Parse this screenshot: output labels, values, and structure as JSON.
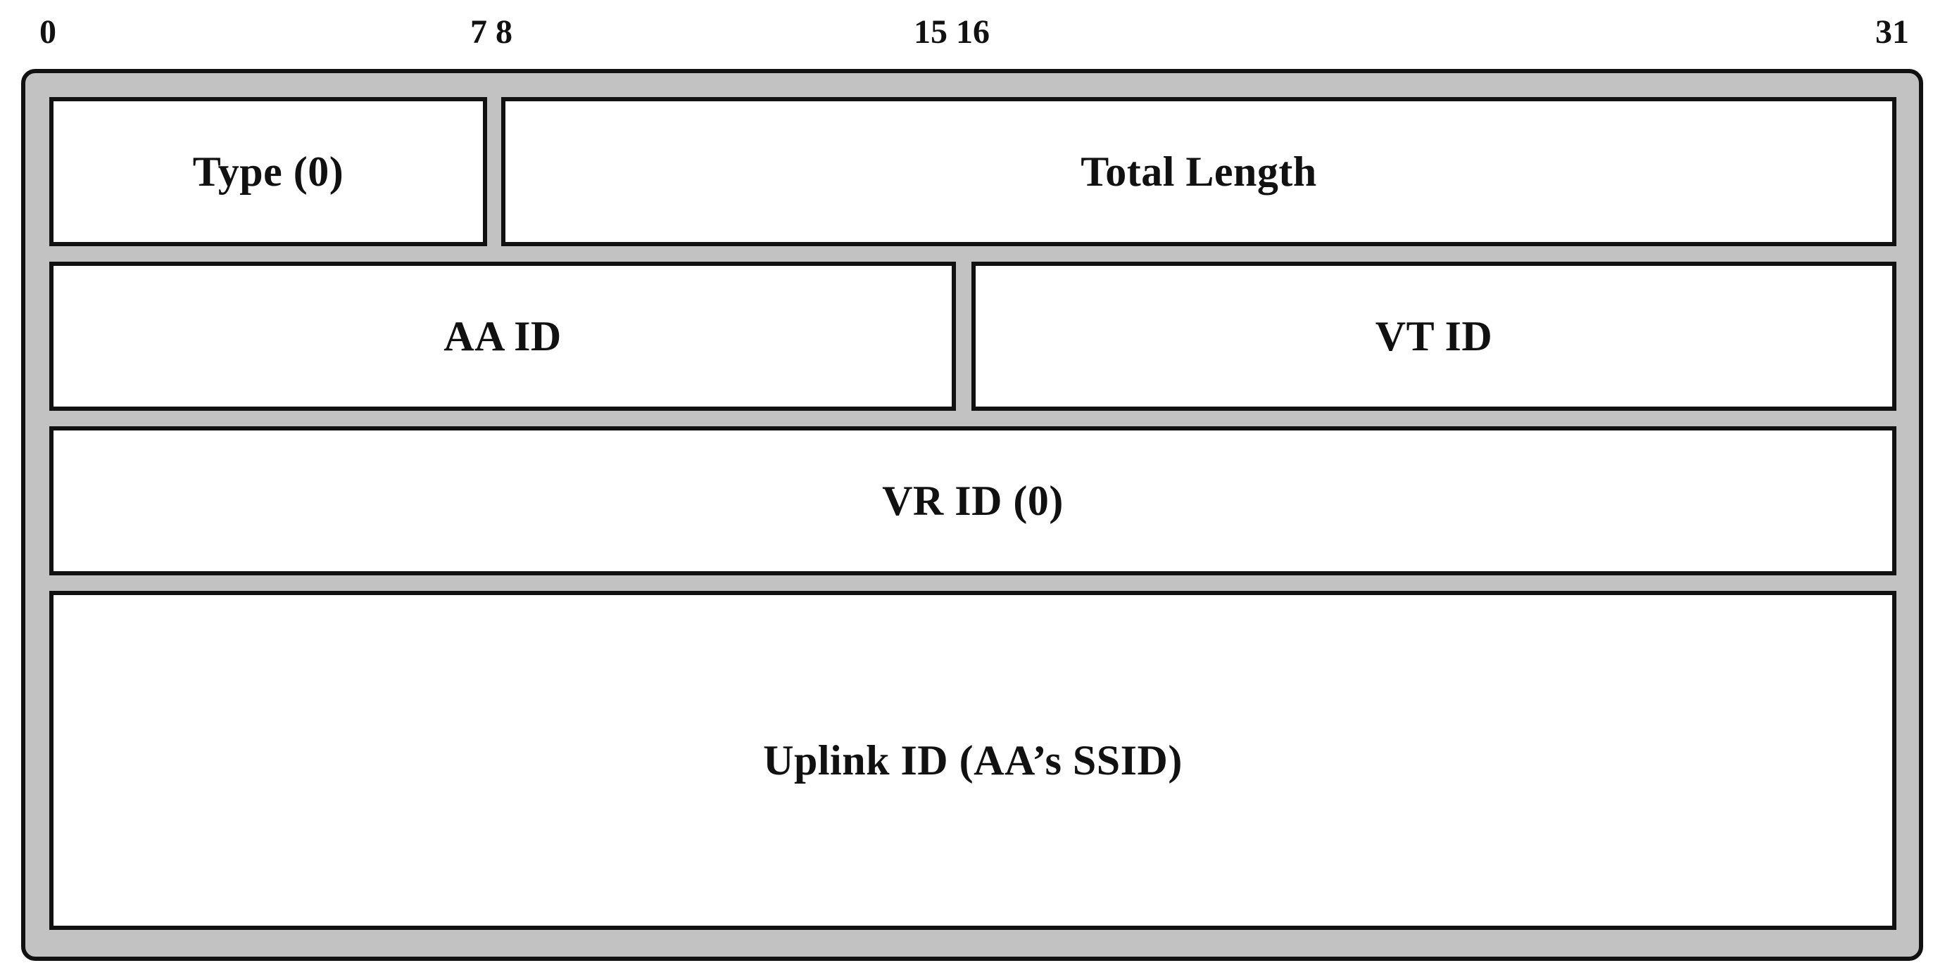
{
  "bit_labels": {
    "b0": "0",
    "b7_8": "7 8",
    "b15_16": "15 16",
    "b31": "31"
  },
  "fields": {
    "type": "Type (0)",
    "total_length": "Total Length",
    "aa_id": "AA ID",
    "vt_id": "VT ID",
    "vr_id": "VR ID (0)",
    "uplink_id": "Uplink ID (AA’s SSID)"
  },
  "colors": {
    "frame": "#c2c2c2",
    "border": "#111111",
    "field": "#ffffff"
  }
}
